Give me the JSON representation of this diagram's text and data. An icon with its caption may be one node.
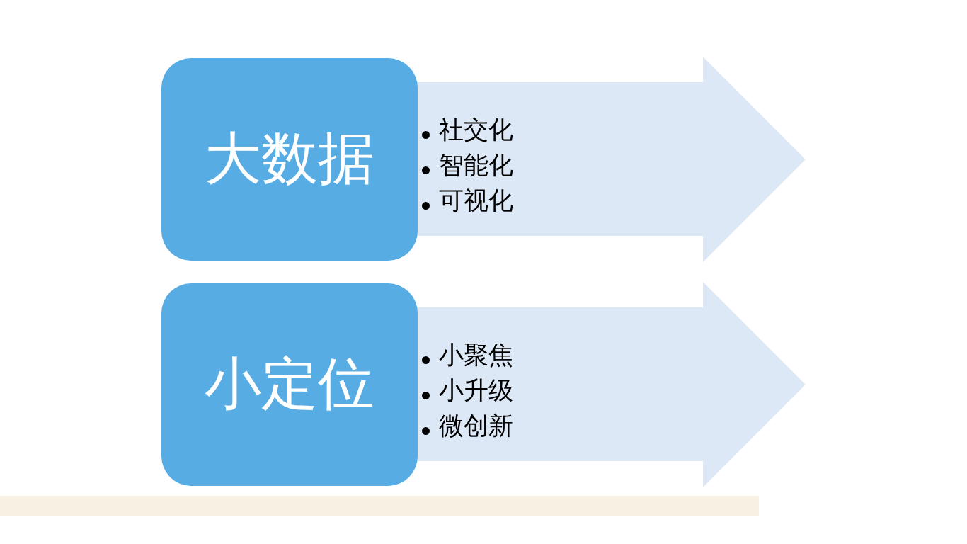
{
  "diagram": {
    "nodes": [
      {
        "text": [
          "大数据"
        ]
      },
      {
        "text": [
          "社交化",
          "智能化",
          "可视化"
        ]
      },
      {
        "text": [
          "小定位"
        ]
      },
      {
        "text": [
          "小聚焦",
          "小升级",
          "微创新"
        ]
      }
    ]
  }
}
